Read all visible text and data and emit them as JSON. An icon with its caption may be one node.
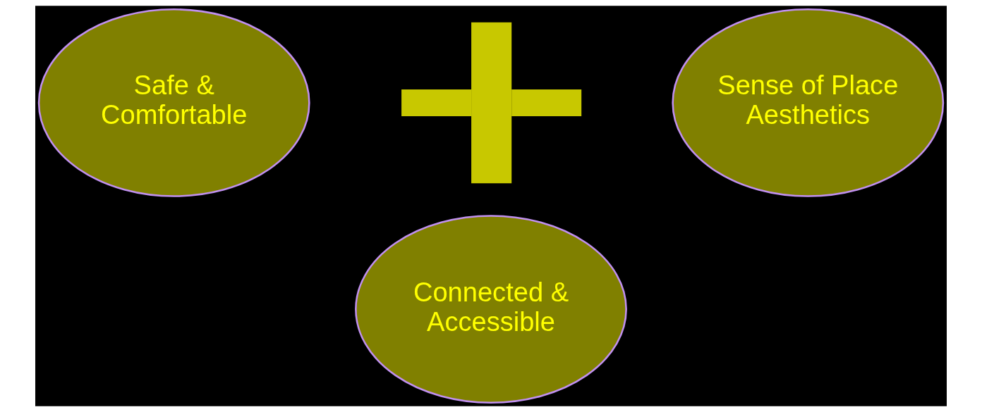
{
  "diagram": {
    "nodes": [
      {
        "text": [
          "Safe & Comfortable"
        ]
      },
      {
        "text": [],
        "shape": "plus"
      },
      {
        "text": [
          "Sense of Place Aesthetics"
        ]
      },
      {
        "text": [
          "Connected & Accessible"
        ]
      }
    ]
  }
}
